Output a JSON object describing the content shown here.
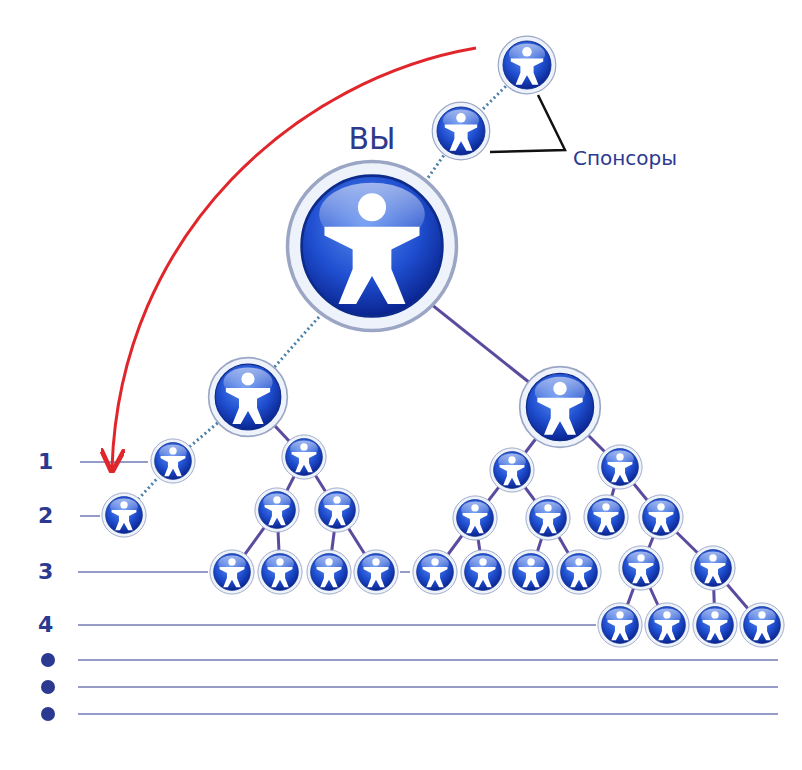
{
  "diagram": {
    "nodes": [
      {
        "text": [
          "ВЫ"
        ]
      }
    ],
    "labels": [
      "Спонсоры",
      "1",
      "2",
      "3",
      "4"
    ]
  }
}
